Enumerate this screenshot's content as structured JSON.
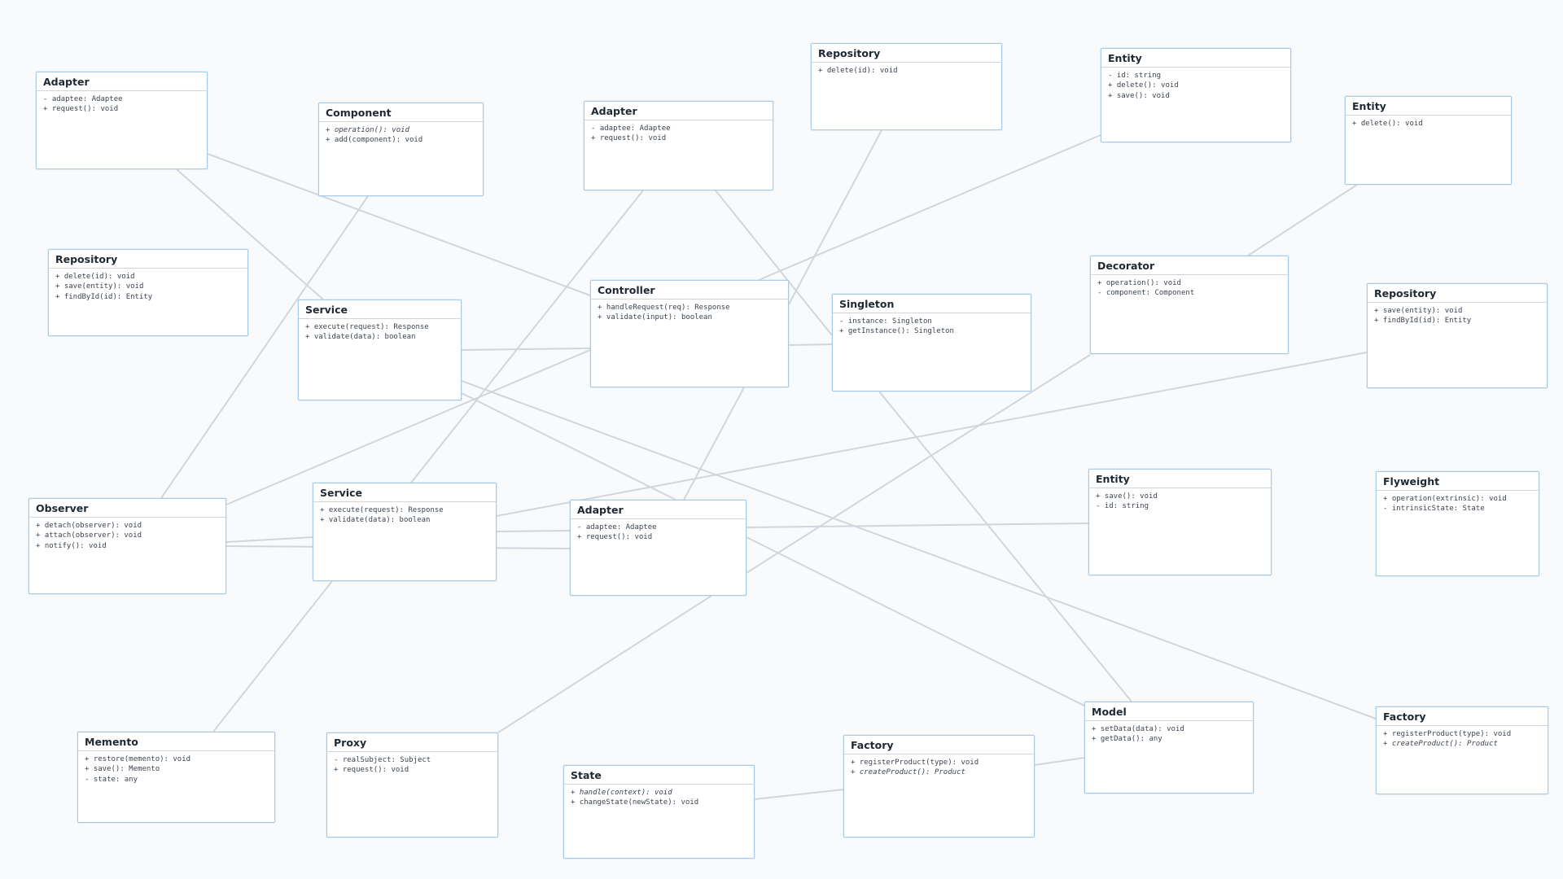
{
  "theme": {
    "background": "#f8fafc",
    "box_border": "#a8cbe8",
    "edge_color": "#d2d6dc"
  },
  "classes": [
    {
      "id": "adapter-1",
      "name": "Adapter",
      "members": [
        {
          "text": "- adaptee: Adaptee"
        },
        {
          "text": "+ request(): void"
        }
      ]
    },
    {
      "id": "component-1",
      "name": "Component",
      "members": [
        {
          "text": "+ operation(): void",
          "abstract": true
        },
        {
          "text": "+ add(component): void"
        }
      ]
    },
    {
      "id": "adapter-2",
      "name": "Adapter",
      "members": [
        {
          "text": "- adaptee: Adaptee"
        },
        {
          "text": "+ request(): void"
        }
      ]
    },
    {
      "id": "repository-1",
      "name": "Repository",
      "members": [
        {
          "text": "+ delete(id): void"
        }
      ]
    },
    {
      "id": "entity-1",
      "name": "Entity",
      "members": [
        {
          "text": "- id: string"
        },
        {
          "text": "+ delete(): void"
        },
        {
          "text": "+ save(): void"
        }
      ]
    },
    {
      "id": "entity-2",
      "name": "Entity",
      "members": [
        {
          "text": "+ delete(): void"
        }
      ]
    },
    {
      "id": "repository-2",
      "name": "Repository",
      "members": [
        {
          "text": "+ delete(id): void"
        },
        {
          "text": "+ save(entity): void"
        },
        {
          "text": "+ findById(id): Entity"
        }
      ]
    },
    {
      "id": "service-1",
      "name": "Service",
      "members": [
        {
          "text": "+ execute(request): Response"
        },
        {
          "text": "+ validate(data): boolean"
        }
      ]
    },
    {
      "id": "controller-1",
      "name": "Controller",
      "members": [
        {
          "text": "+ handleRequest(req): Response"
        },
        {
          "text": "+ validate(input): boolean"
        }
      ]
    },
    {
      "id": "singleton-1",
      "name": "Singleton",
      "members": [
        {
          "text": "- instance: Singleton"
        },
        {
          "text": "+ getInstance(): Singleton"
        }
      ]
    },
    {
      "id": "decorator-1",
      "name": "Decorator",
      "members": [
        {
          "text": "+ operation(): void"
        },
        {
          "text": "- component: Component"
        }
      ]
    },
    {
      "id": "repository-3",
      "name": "Repository",
      "members": [
        {
          "text": "+ save(entity): void"
        },
        {
          "text": "+ findById(id): Entity"
        }
      ]
    },
    {
      "id": "observer-1",
      "name": "Observer",
      "members": [
        {
          "text": "+ detach(observer): void"
        },
        {
          "text": "+ attach(observer): void"
        },
        {
          "text": "+ notify(): void"
        }
      ]
    },
    {
      "id": "service-2",
      "name": "Service",
      "members": [
        {
          "text": "+ execute(request): Response"
        },
        {
          "text": "+ validate(data): boolean"
        }
      ]
    },
    {
      "id": "adapter-3",
      "name": "Adapter",
      "members": [
        {
          "text": "- adaptee: Adaptee"
        },
        {
          "text": "+ request(): void"
        }
      ]
    },
    {
      "id": "entity-3",
      "name": "Entity",
      "members": [
        {
          "text": "+ save(): void"
        },
        {
          "text": "- id: string"
        }
      ]
    },
    {
      "id": "flyweight-1",
      "name": "Flyweight",
      "members": [
        {
          "text": "+ operation(extrinsic): void"
        },
        {
          "text": "- intrinsicState: State"
        }
      ]
    },
    {
      "id": "memento-1",
      "name": "Memento",
      "members": [
        {
          "text": "+ restore(memento): void"
        },
        {
          "text": "+ save(): Memento"
        },
        {
          "text": "- state: any"
        }
      ]
    },
    {
      "id": "proxy-1",
      "name": "Proxy",
      "members": [
        {
          "text": "- realSubject: Subject"
        },
        {
          "text": "+ request(): void"
        }
      ]
    },
    {
      "id": "state-1",
      "name": "State",
      "members": [
        {
          "text": "+ handle(context): void",
          "abstract": true
        },
        {
          "text": "+ changeState(newState): void"
        }
      ]
    },
    {
      "id": "factory-1",
      "name": "Factory",
      "members": [
        {
          "text": "+ registerProduct(type): void"
        },
        {
          "text": "+ createProduct(): Product",
          "abstract": true
        }
      ]
    },
    {
      "id": "model-1",
      "name": "Model",
      "members": [
        {
          "text": "+ setData(data): void"
        },
        {
          "text": "+ getData(): any"
        }
      ]
    },
    {
      "id": "factory-2",
      "name": "Factory",
      "members": [
        {
          "text": "+ registerProduct(type): void"
        },
        {
          "text": "+ createProduct(): Product",
          "abstract": true
        }
      ]
    }
  ],
  "connections": [
    {
      "from": "adapter-1",
      "to": "service-1"
    },
    {
      "from": "adapter-1",
      "to": "controller-1"
    },
    {
      "from": "component-1",
      "to": "observer-1"
    },
    {
      "from": "adapter-2",
      "to": "service-2"
    },
    {
      "from": "adapter-2",
      "to": "singleton-1"
    },
    {
      "from": "repository-1",
      "to": "controller-1"
    },
    {
      "from": "entity-1",
      "to": "controller-1"
    },
    {
      "from": "entity-2",
      "to": "decorator-1"
    },
    {
      "from": "service-1",
      "to": "controller-1"
    },
    {
      "from": "service-1",
      "to": "adapter-3"
    },
    {
      "from": "service-1",
      "to": "factory-2"
    },
    {
      "from": "controller-1",
      "to": "singleton-1"
    },
    {
      "from": "controller-1",
      "to": "observer-1"
    },
    {
      "from": "controller-1",
      "to": "adapter-3"
    },
    {
      "from": "singleton-1",
      "to": "model-1"
    },
    {
      "from": "decorator-1",
      "to": "adapter-3"
    },
    {
      "from": "repository-3",
      "to": "service-2"
    },
    {
      "from": "observer-1",
      "to": "service-2"
    },
    {
      "from": "observer-1",
      "to": "adapter-3"
    },
    {
      "from": "service-2",
      "to": "adapter-3"
    },
    {
      "from": "service-2",
      "to": "memento-1"
    },
    {
      "from": "adapter-3",
      "to": "entity-3"
    },
    {
      "from": "adapter-3",
      "to": "proxy-1"
    },
    {
      "from": "adapter-3",
      "to": "model-1"
    },
    {
      "from": "state-1",
      "to": "factory-1"
    },
    {
      "from": "factory-1",
      "to": "model-1"
    }
  ]
}
